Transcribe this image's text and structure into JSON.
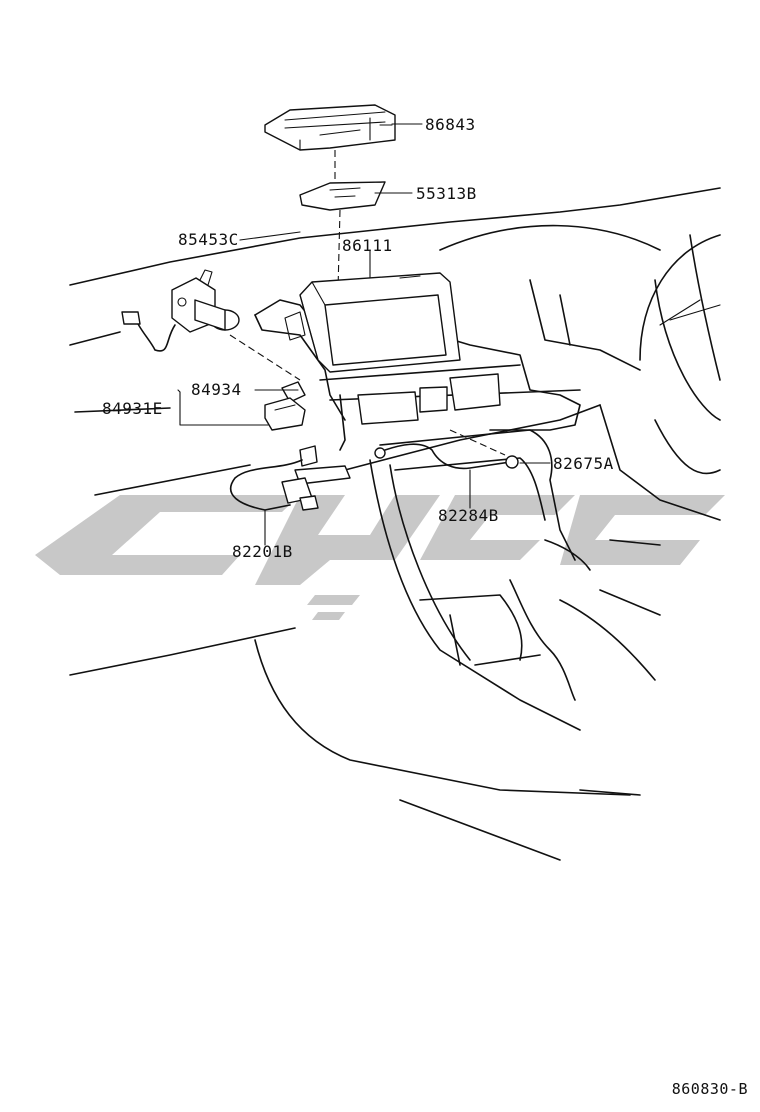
{
  "labels": {
    "p86843": "86843",
    "p55313B": "55313B",
    "p85453C": "85453C",
    "p86111": "86111",
    "p84934": "84934",
    "p84931E": "84931E",
    "p82675A": "82675A",
    "p82284B": "82284B",
    "p82201B": "82201B"
  },
  "diagram_code": "860830-B",
  "colors": {
    "line": "#111111",
    "watermark": "#c8c8c8",
    "background": "#ffffff"
  }
}
